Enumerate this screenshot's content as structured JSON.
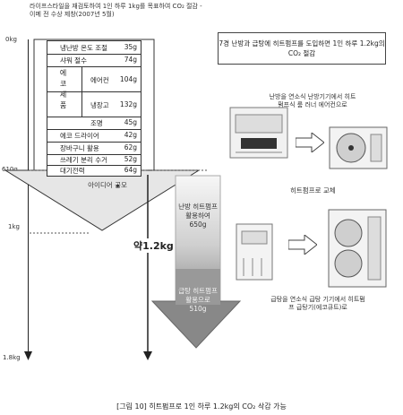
{
  "intro_text": "라이프스타일을 재검토하여 1인 하루 1kg를 목표하여 CO₂ 절감 - 이메 전 수상 제창(2007년 5월)",
  "y_axis": {
    "labels": [
      "0kg",
      "610g",
      "1kg",
      "1.8kg"
    ]
  },
  "savings_items": [
    {
      "label": "냉난방 온도 조절",
      "value": "35g"
    },
    {
      "label": "샤워 절수",
      "value": "74g"
    },
    {
      "label": "에어컨",
      "value": "104g"
    },
    {
      "label": "냉장고",
      "value": "132g"
    },
    {
      "label": "조명",
      "value": "45g"
    },
    {
      "label": "에코 드라이어",
      "value": "42g"
    },
    {
      "label": "장바구니 활용",
      "value": "62g"
    },
    {
      "label": "쓰레기 분리 수거",
      "value": "52g"
    },
    {
      "label": "대기전력",
      "value": "64g"
    }
  ],
  "eco_group_label": "에 코 제 품",
  "idea_label": "아이디어 공모",
  "total_label": "약1.2kg",
  "heating_pump_label": "난방 히트펌프 활용하여 650g",
  "hotwater_pump_label": "급탕 히트펌프 활용으로 510g",
  "info_box": "7경 난방과 급탕에 히트펌프를 도입하면 1인 하루 1.2kg의 CO₂ 절감",
  "heater_caption": "난방을 연소식 난방기기에서 히트펌프식 룸 러너 에어컨으로",
  "replace_label": "히트펌프로 교체",
  "boiler_caption": "급탕을 연소식 급탕 기기에서 히트펌프 급탕기(에코큐트)로",
  "figure_caption": "[그림 10] 히트펌프로 1인 하루 1.2kg의 CO₂ 삭감 가능"
}
